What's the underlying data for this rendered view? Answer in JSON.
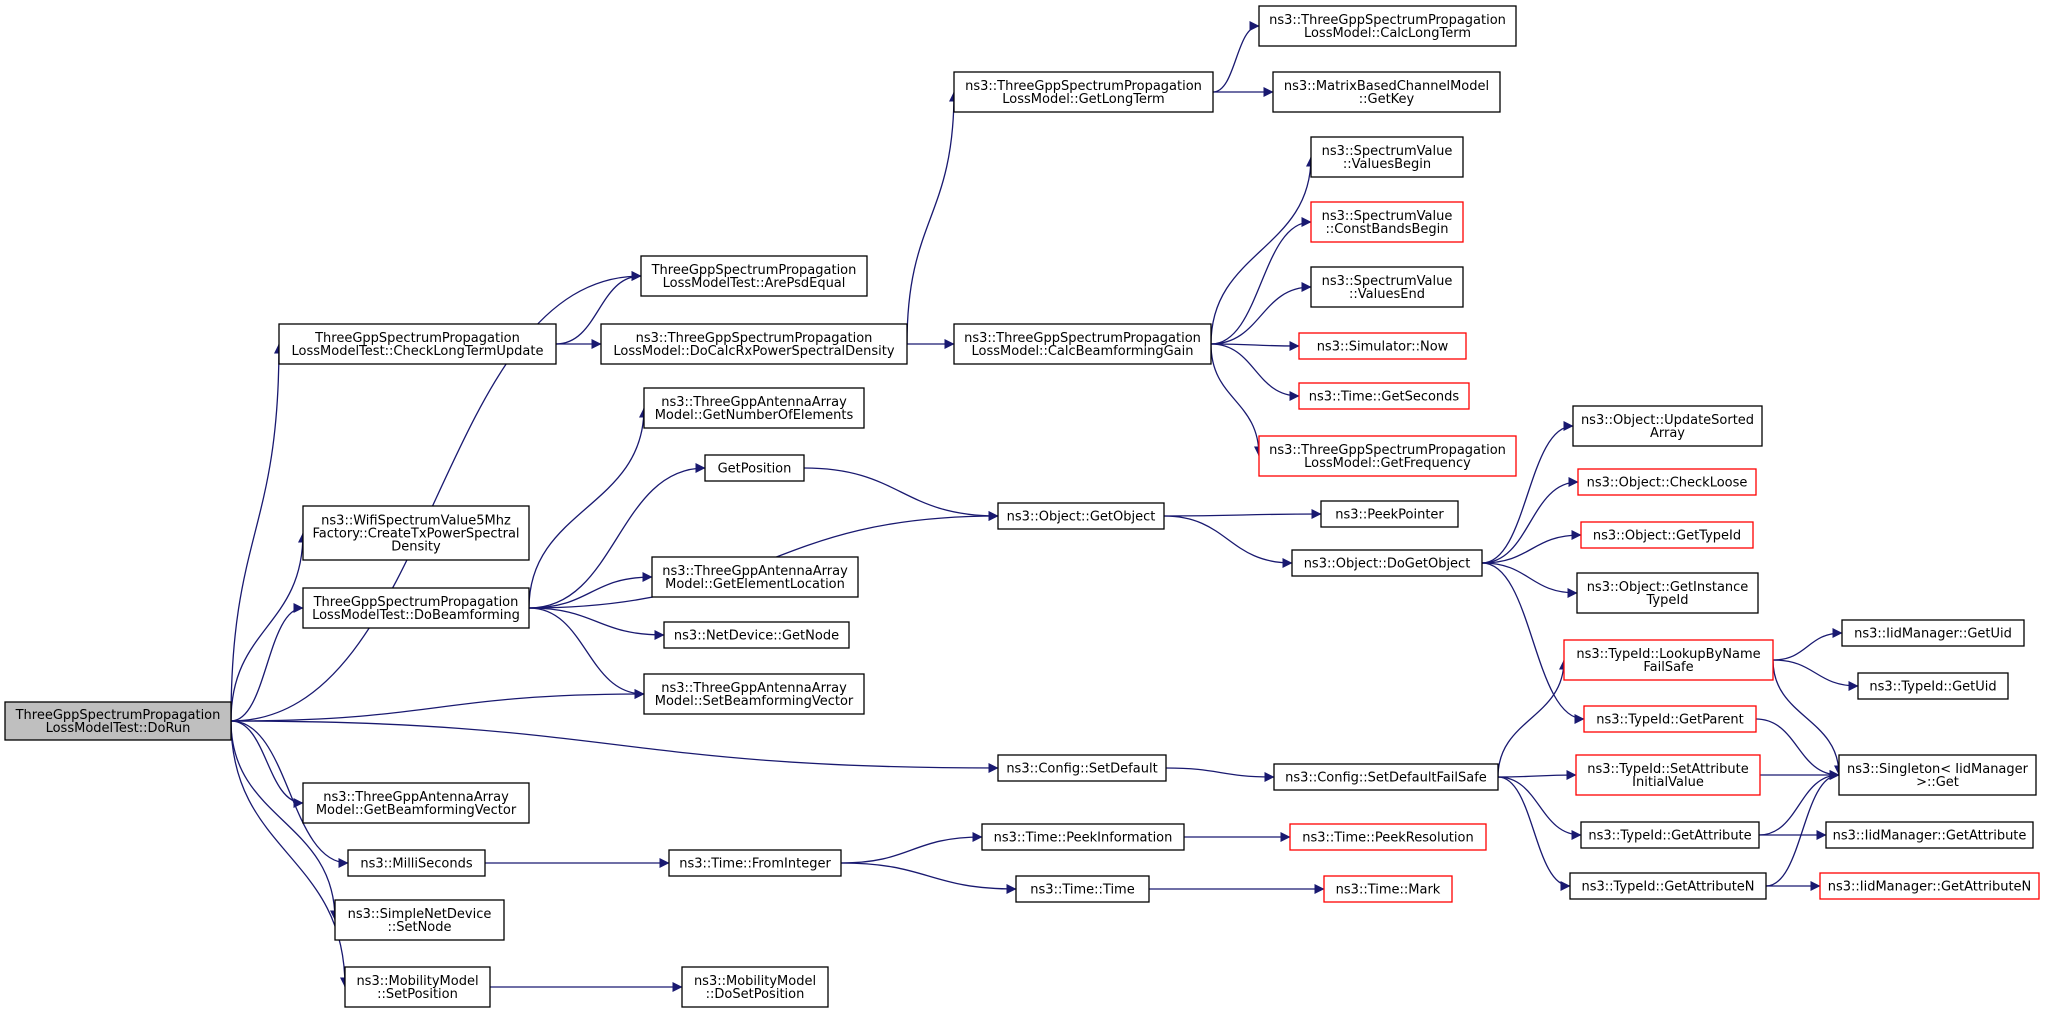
{
  "colors": {
    "edge": "#191970",
    "node_border": "#000000",
    "node_truncated_border": "#ff0000",
    "root_fill": "#bfbfbf",
    "node_fill": "#ffffff"
  },
  "graph": {
    "nodes": [
      {
        "id": "dorun",
        "lines": [
          "ThreeGppSpectrumPropagation",
          "LossModelTest::DoRun"
        ],
        "style": "root"
      },
      {
        "id": "arepsdequal",
        "lines": [
          "ThreeGppSpectrumPropagation",
          "LossModelTest::ArePsdEqual"
        ],
        "style": "normal"
      },
      {
        "id": "checklongtermupdate",
        "lines": [
          "ThreeGppSpectrumPropagation",
          "LossModelTest::CheckLongTermUpdate"
        ],
        "style": "normal"
      },
      {
        "id": "docalcrx",
        "lines": [
          "ns3::ThreeGppSpectrumPropagation",
          "LossModel::DoCalcRxPowerSpectralDensity"
        ],
        "style": "normal"
      },
      {
        "id": "getlongterm",
        "lines": [
          "ns3::ThreeGppSpectrumPropagation",
          "LossModel::GetLongTerm"
        ],
        "style": "normal"
      },
      {
        "id": "calclongterm",
        "lines": [
          "ns3::ThreeGppSpectrumPropagation",
          "LossModel::CalcLongTerm"
        ],
        "style": "normal"
      },
      {
        "id": "getkey",
        "lines": [
          "ns3::MatrixBasedChannelModel",
          "::GetKey"
        ],
        "style": "normal"
      },
      {
        "id": "calcbeamforminggain",
        "lines": [
          "ns3::ThreeGppSpectrumPropagation",
          "LossModel::CalcBeamformingGain"
        ],
        "style": "normal"
      },
      {
        "id": "valuesbegin",
        "lines": [
          "ns3::SpectrumValue",
          "::ValuesBegin"
        ],
        "style": "normal"
      },
      {
        "id": "constbandsbegin",
        "lines": [
          "ns3::SpectrumValue",
          "::ConstBandsBegin"
        ],
        "style": "truncated"
      },
      {
        "id": "valuesend",
        "lines": [
          "ns3::SpectrumValue",
          "::ValuesEnd"
        ],
        "style": "normal"
      },
      {
        "id": "simnow",
        "lines": [
          "ns3::Simulator::Now"
        ],
        "style": "truncated"
      },
      {
        "id": "getseconds",
        "lines": [
          "ns3::Time::GetSeconds"
        ],
        "style": "truncated"
      },
      {
        "id": "getfrequency",
        "lines": [
          "ns3::ThreeGppSpectrumPropagation",
          "LossModel::GetFrequency"
        ],
        "style": "truncated"
      },
      {
        "id": "createtxpsd",
        "lines": [
          "ns3::WifiSpectrumValue5Mhz",
          "Factory::CreateTxPowerSpectral",
          "Density"
        ],
        "style": "normal"
      },
      {
        "id": "dobeamforming",
        "lines": [
          "ThreeGppSpectrumPropagation",
          "LossModelTest::DoBeamforming"
        ],
        "style": "normal"
      },
      {
        "id": "getnumelems",
        "lines": [
          "ns3::ThreeGppAntennaArray",
          "Model::GetNumberOfElements"
        ],
        "style": "normal"
      },
      {
        "id": "getposition",
        "lines": [
          "GetPosition"
        ],
        "style": "normal"
      },
      {
        "id": "getobject",
        "lines": [
          "ns3::Object::GetObject"
        ],
        "style": "normal"
      },
      {
        "id": "peekpointer",
        "lines": [
          "ns3::PeekPointer"
        ],
        "style": "normal"
      },
      {
        "id": "dogetobject",
        "lines": [
          "ns3::Object::DoGetObject"
        ],
        "style": "normal"
      },
      {
        "id": "updatesorted",
        "lines": [
          "ns3::Object::UpdateSorted",
          "Array"
        ],
        "style": "normal"
      },
      {
        "id": "checkloose",
        "lines": [
          "ns3::Object::CheckLoose"
        ],
        "style": "truncated"
      },
      {
        "id": "gettypeid",
        "lines": [
          "ns3::Object::GetTypeId"
        ],
        "style": "truncated"
      },
      {
        "id": "getinstancetypeid",
        "lines": [
          "ns3::Object::GetInstance",
          "TypeId"
        ],
        "style": "normal"
      },
      {
        "id": "getelemloc",
        "lines": [
          "ns3::ThreeGppAntennaArray",
          "Model::GetElementLocation"
        ],
        "style": "normal"
      },
      {
        "id": "getnode",
        "lines": [
          "ns3::NetDevice::GetNode"
        ],
        "style": "normal"
      },
      {
        "id": "setbfvector",
        "lines": [
          "ns3::ThreeGppAntennaArray",
          "Model::SetBeamformingVector"
        ],
        "style": "normal"
      },
      {
        "id": "configsetdefault",
        "lines": [
          "ns3::Config::SetDefault"
        ],
        "style": "normal"
      },
      {
        "id": "setdefaultfailsafe",
        "lines": [
          "ns3::Config::SetDefaultFailSafe"
        ],
        "style": "normal"
      },
      {
        "id": "lookupbyname",
        "lines": [
          "ns3::TypeId::LookupByName",
          "FailSafe"
        ],
        "style": "truncated"
      },
      {
        "id": "iidgetuid",
        "lines": [
          "ns3::IidManager::GetUid"
        ],
        "style": "normal"
      },
      {
        "id": "typeidgetuid",
        "lines": [
          "ns3::TypeId::GetUid"
        ],
        "style": "normal"
      },
      {
        "id": "getparent",
        "lines": [
          "ns3::TypeId::GetParent"
        ],
        "style": "truncated"
      },
      {
        "id": "singletonget",
        "lines": [
          "ns3::Singleton< IidManager",
          ">::Get"
        ],
        "style": "normal"
      },
      {
        "id": "setattrinit",
        "lines": [
          "ns3::TypeId::SetAttribute",
          "InitialValue"
        ],
        "style": "truncated"
      },
      {
        "id": "typeidgetattr",
        "lines": [
          "ns3::TypeId::GetAttribute"
        ],
        "style": "normal"
      },
      {
        "id": "iidgetattr",
        "lines": [
          "ns3::IidManager::GetAttribute"
        ],
        "style": "normal"
      },
      {
        "id": "typeidgetattrn",
        "lines": [
          "ns3::TypeId::GetAttributeN"
        ],
        "style": "normal"
      },
      {
        "id": "iidgetattrn",
        "lines": [
          "ns3::IidManager::GetAttributeN"
        ],
        "style": "truncated"
      },
      {
        "id": "getbfvector",
        "lines": [
          "ns3::ThreeGppAntennaArray",
          "Model::GetBeamformingVector"
        ],
        "style": "normal"
      },
      {
        "id": "milliseconds",
        "lines": [
          "ns3::MilliSeconds"
        ],
        "style": "normal"
      },
      {
        "id": "frominteger",
        "lines": [
          "ns3::Time::FromInteger"
        ],
        "style": "normal"
      },
      {
        "id": "peekinfo",
        "lines": [
          "ns3::Time::PeekInformation"
        ],
        "style": "normal"
      },
      {
        "id": "peekresolution",
        "lines": [
          "ns3::Time::PeekResolution"
        ],
        "style": "truncated"
      },
      {
        "id": "timetime",
        "lines": [
          "ns3::Time::Time"
        ],
        "style": "normal"
      },
      {
        "id": "timemark",
        "lines": [
          "ns3::Time::Mark"
        ],
        "style": "truncated"
      },
      {
        "id": "setnode",
        "lines": [
          "ns3::SimpleNetDevice",
          "::SetNode"
        ],
        "style": "normal"
      },
      {
        "id": "setposition",
        "lines": [
          "ns3::MobilityModel",
          "::SetPosition"
        ],
        "style": "normal"
      },
      {
        "id": "dosetposition",
        "lines": [
          "ns3::MobilityModel",
          "::DoSetPosition"
        ],
        "style": "normal"
      }
    ],
    "edges": [
      {
        "from": "dorun",
        "to": "arepsdequal"
      },
      {
        "from": "dorun",
        "to": "checklongtermupdate"
      },
      {
        "from": "dorun",
        "to": "createtxpsd"
      },
      {
        "from": "dorun",
        "to": "dobeamforming"
      },
      {
        "from": "dorun",
        "to": "setbfvector"
      },
      {
        "from": "dorun",
        "to": "configsetdefault"
      },
      {
        "from": "dorun",
        "to": "getbfvector"
      },
      {
        "from": "dorun",
        "to": "milliseconds"
      },
      {
        "from": "dorun",
        "to": "setnode"
      },
      {
        "from": "dorun",
        "to": "setposition"
      },
      {
        "from": "checklongtermupdate",
        "to": "arepsdequal"
      },
      {
        "from": "checklongtermupdate",
        "to": "docalcrx"
      },
      {
        "from": "docalcrx",
        "to": "getlongterm"
      },
      {
        "from": "docalcrx",
        "to": "calcbeamforminggain"
      },
      {
        "from": "getlongterm",
        "to": "calclongterm"
      },
      {
        "from": "getlongterm",
        "to": "getkey"
      },
      {
        "from": "calcbeamforminggain",
        "to": "valuesbegin"
      },
      {
        "from": "calcbeamforminggain",
        "to": "constbandsbegin"
      },
      {
        "from": "calcbeamforminggain",
        "to": "valuesend"
      },
      {
        "from": "calcbeamforminggain",
        "to": "simnow"
      },
      {
        "from": "calcbeamforminggain",
        "to": "getseconds"
      },
      {
        "from": "calcbeamforminggain",
        "to": "getfrequency"
      },
      {
        "from": "dobeamforming",
        "to": "getnumelems"
      },
      {
        "from": "dobeamforming",
        "to": "getposition"
      },
      {
        "from": "dobeamforming",
        "to": "getobject"
      },
      {
        "from": "dobeamforming",
        "to": "getelemloc"
      },
      {
        "from": "dobeamforming",
        "to": "getnode"
      },
      {
        "from": "dobeamforming",
        "to": "setbfvector"
      },
      {
        "from": "getposition",
        "to": "getobject"
      },
      {
        "from": "getobject",
        "to": "peekpointer"
      },
      {
        "from": "getobject",
        "to": "dogetobject"
      },
      {
        "from": "dogetobject",
        "to": "updatesorted"
      },
      {
        "from": "dogetobject",
        "to": "checkloose"
      },
      {
        "from": "dogetobject",
        "to": "gettypeid"
      },
      {
        "from": "dogetobject",
        "to": "getinstancetypeid"
      },
      {
        "from": "dogetobject",
        "to": "getparent"
      },
      {
        "from": "configsetdefault",
        "to": "setdefaultfailsafe"
      },
      {
        "from": "setdefaultfailsafe",
        "to": "lookupbyname"
      },
      {
        "from": "setdefaultfailsafe",
        "to": "setattrinit"
      },
      {
        "from": "setdefaultfailsafe",
        "to": "typeidgetattr"
      },
      {
        "from": "setdefaultfailsafe",
        "to": "typeidgetattrn"
      },
      {
        "from": "lookupbyname",
        "to": "iidgetuid"
      },
      {
        "from": "lookupbyname",
        "to": "typeidgetuid"
      },
      {
        "from": "lookupbyname",
        "to": "singletonget"
      },
      {
        "from": "getparent",
        "to": "singletonget"
      },
      {
        "from": "setattrinit",
        "to": "singletonget"
      },
      {
        "from": "typeidgetattr",
        "to": "singletonget"
      },
      {
        "from": "typeidgetattr",
        "to": "iidgetattr"
      },
      {
        "from": "typeidgetattrn",
        "to": "singletonget"
      },
      {
        "from": "typeidgetattrn",
        "to": "iidgetattrn"
      },
      {
        "from": "milliseconds",
        "to": "frominteger"
      },
      {
        "from": "frominteger",
        "to": "peekinfo"
      },
      {
        "from": "frominteger",
        "to": "timetime"
      },
      {
        "from": "peekinfo",
        "to": "peekresolution"
      },
      {
        "from": "timetime",
        "to": "timemark"
      },
      {
        "from": "setposition",
        "to": "dosetposition"
      }
    ]
  }
}
